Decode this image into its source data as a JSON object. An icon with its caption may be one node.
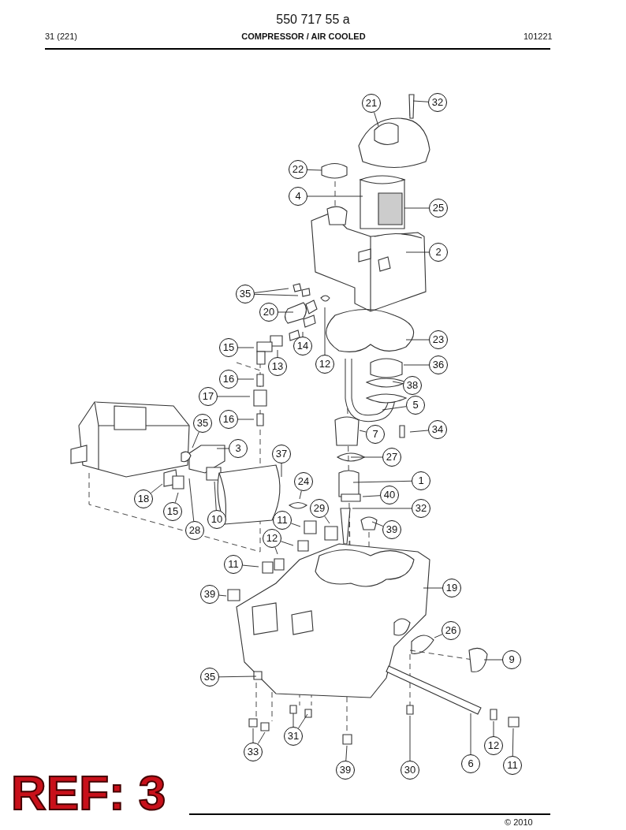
{
  "diagram": {
    "title": "550 717 55 a",
    "nodes": [
      {
        "text": [
          "21"
        ]
      },
      {
        "text": [
          "32"
        ]
      },
      {
        "text": [
          "22"
        ]
      },
      {
        "text": [
          "4"
        ]
      },
      {
        "text": [
          "25"
        ]
      },
      {
        "text": [
          "2"
        ]
      },
      {
        "text": [
          "35"
        ]
      },
      {
        "text": [
          "20"
        ]
      },
      {
        "text": [
          "23"
        ]
      },
      {
        "text": [
          "15"
        ]
      },
      {
        "text": [
          "14"
        ]
      },
      {
        "text": [
          "13"
        ]
      },
      {
        "text": [
          "12"
        ]
      },
      {
        "text": [
          "36"
        ]
      },
      {
        "text": [
          "16"
        ]
      },
      {
        "text": [
          "38"
        ]
      },
      {
        "text": [
          "17"
        ]
      },
      {
        "text": [
          "5"
        ]
      },
      {
        "text": [
          "16"
        ]
      },
      {
        "text": [
          "35"
        ]
      },
      {
        "text": [
          "34"
        ]
      },
      {
        "text": [
          "7"
        ]
      },
      {
        "text": [
          "3"
        ]
      },
      {
        "text": [
          "37"
        ]
      },
      {
        "text": [
          "27"
        ]
      },
      {
        "text": [
          "1"
        ]
      },
      {
        "text": [
          "24"
        ]
      },
      {
        "text": [
          "40"
        ]
      },
      {
        "text": [
          "18"
        ]
      },
      {
        "text": [
          "29"
        ]
      },
      {
        "text": [
          "32"
        ]
      },
      {
        "text": [
          "15"
        ]
      },
      {
        "text": [
          "10"
        ]
      },
      {
        "text": [
          "11"
        ]
      },
      {
        "text": [
          "28"
        ]
      },
      {
        "text": [
          "39"
        ]
      },
      {
        "text": [
          "12"
        ]
      },
      {
        "text": [
          "11"
        ]
      },
      {
        "text": [
          "19"
        ]
      },
      {
        "text": [
          "39"
        ]
      },
      {
        "text": [
          "26"
        ]
      },
      {
        "text": [
          "9"
        ]
      },
      {
        "text": [
          "35"
        ]
      },
      {
        "text": [
          "31"
        ]
      },
      {
        "text": [
          "33"
        ]
      },
      {
        "text": [
          "12"
        ]
      },
      {
        "text": [
          "39"
        ]
      },
      {
        "text": [
          "30"
        ]
      },
      {
        "text": [
          "6"
        ]
      },
      {
        "text": [
          "11"
        ]
      }
    ],
    "edges": [
      {
        "from": 0,
        "to": null,
        "arrow": "none"
      },
      {
        "from": 1,
        "to": null,
        "arrow": "none"
      },
      {
        "from": 2,
        "to": null,
        "arrow": "none"
      },
      {
        "from": 3,
        "to": null,
        "arrow": "none"
      },
      {
        "from": 4,
        "to": null,
        "arrow": "none"
      },
      {
        "from": 5,
        "to": null,
        "arrow": "none"
      },
      {
        "from": 6,
        "to": null,
        "arrow": "none"
      },
      {
        "from": 6,
        "to": null,
        "arrow": "none"
      },
      {
        "from": 7,
        "to": null,
        "arrow": "none"
      },
      {
        "from": 8,
        "to": null,
        "arrow": "none"
      },
      {
        "from": 9,
        "to": null,
        "arrow": "none"
      },
      {
        "from": 10,
        "to": null,
        "arrow": "none"
      },
      {
        "from": 11,
        "to": null,
        "arrow": "none"
      },
      {
        "from": 12,
        "to": null,
        "arrow": "none"
      },
      {
        "from": 13,
        "to": null,
        "arrow": "none"
      },
      {
        "from": 14,
        "to": null,
        "arrow": "none"
      },
      {
        "from": 15,
        "to": null,
        "arrow": "none"
      },
      {
        "from": 16,
        "to": null,
        "arrow": "none"
      },
      {
        "from": 17,
        "to": null,
        "arrow": "none"
      },
      {
        "from": 18,
        "to": null,
        "arrow": "none"
      },
      {
        "from": 19,
        "to": null,
        "arrow": "none"
      },
      {
        "from": 20,
        "to": null,
        "arrow": "none"
      },
      {
        "from": 21,
        "to": null,
        "arrow": "none"
      },
      {
        "from": 22,
        "to": null,
        "arrow": "none"
      },
      {
        "from": 23,
        "to": null,
        "arrow": "none"
      },
      {
        "from": 24,
        "to": null,
        "arrow": "none"
      },
      {
        "from": 25,
        "to": null,
        "arrow": "none"
      },
      {
        "from": 26,
        "to": null,
        "arrow": "none"
      },
      {
        "from": 27,
        "to": null,
        "arrow": "none"
      },
      {
        "from": 28,
        "to": null,
        "arrow": "none"
      },
      {
        "from": 29,
        "to": null,
        "arrow": "none"
      },
      {
        "from": 30,
        "to": null,
        "arrow": "none"
      },
      {
        "from": 31,
        "to": null,
        "arrow": "none"
      },
      {
        "from": 32,
        "to": null,
        "arrow": "none"
      },
      {
        "from": 33,
        "to": null,
        "arrow": "none"
      },
      {
        "from": 34,
        "to": null,
        "arrow": "none"
      },
      {
        "from": 35,
        "to": null,
        "arrow": "none"
      },
      {
        "from": 36,
        "to": null,
        "arrow": "none"
      },
      {
        "from": 36,
        "to": null,
        "arrow": "none"
      },
      {
        "from": 37,
        "to": null,
        "arrow": "none"
      },
      {
        "from": 38,
        "to": null,
        "arrow": "none"
      },
      {
        "from": 39,
        "to": null,
        "arrow": "none"
      },
      {
        "from": 40,
        "to": null,
        "arrow": "none"
      },
      {
        "from": 41,
        "to": null,
        "arrow": "none"
      },
      {
        "from": 42,
        "to": null,
        "arrow": "none"
      },
      {
        "from": 43,
        "to": null,
        "arrow": "none"
      },
      {
        "from": 43,
        "to": null,
        "arrow": "none"
      },
      {
        "from": 44,
        "to": null,
        "arrow": "none"
      },
      {
        "from": 44,
        "to": null,
        "arrow": "none"
      },
      {
        "from": 45,
        "to": null,
        "arrow": "none"
      },
      {
        "from": 46,
        "to": null,
        "arrow": "none"
      },
      {
        "from": 47,
        "to": null,
        "arrow": "none"
      },
      {
        "from": 48,
        "to": null,
        "arrow": "none"
      },
      {
        "from": 49,
        "to": null,
        "arrow": "none"
      }
    ],
    "labels": [
      "31 (221)",
      "COMPRESSOR / AIR COOLED",
      "101221",
      "REF: 3",
      "© 2010"
    ]
  }
}
